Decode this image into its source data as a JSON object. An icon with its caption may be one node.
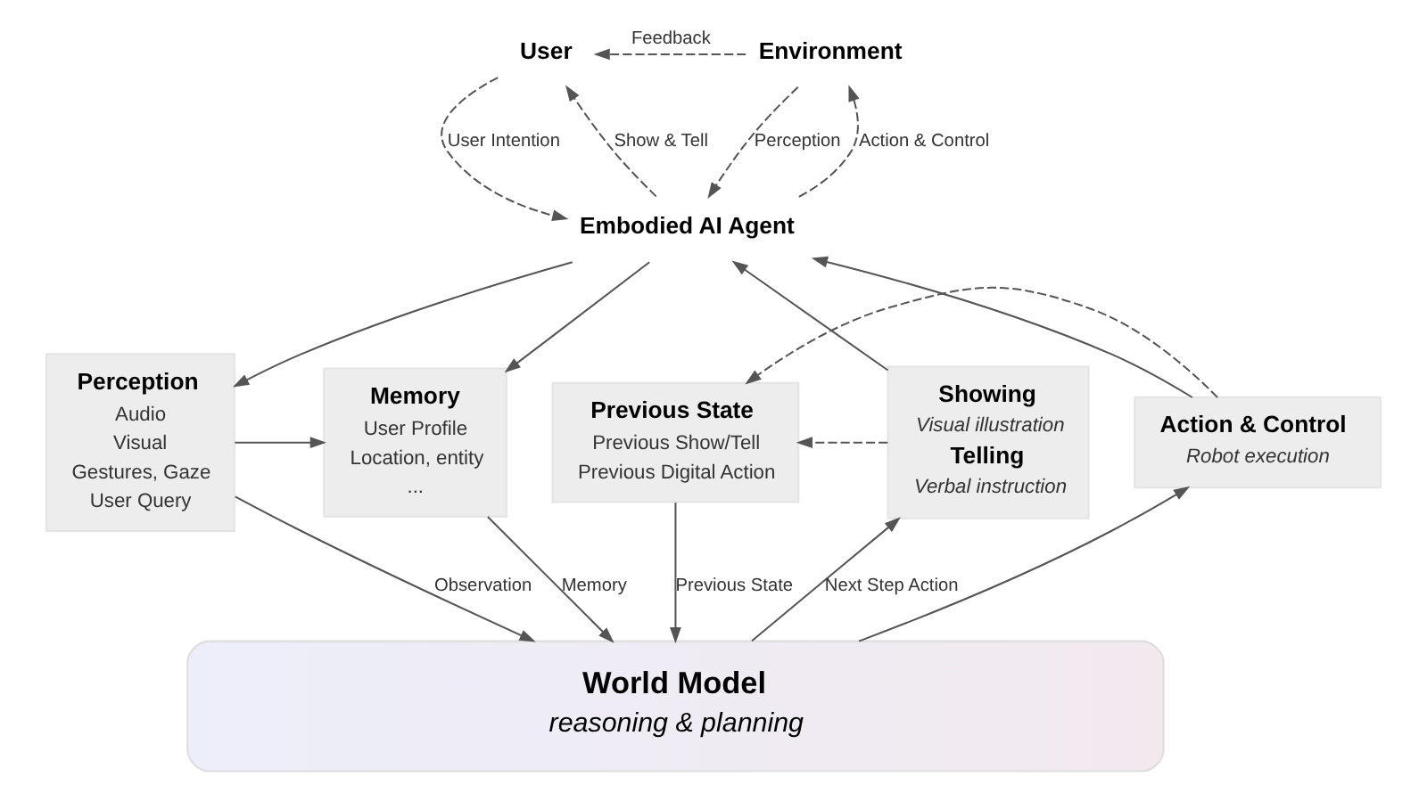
{
  "diagram": {
    "nodes": [
      {
        "text": [
          "User"
        ]
      },
      {
        "text": [
          "Environment"
        ]
      },
      {
        "text": [
          "Embodied AI Agent"
        ]
      },
      {
        "text": [
          "Perception",
          "Audio",
          "Visual",
          "Gestures, Gaze",
          "User Query"
        ]
      },
      {
        "text": [
          "Memory",
          "User Profile",
          "Location, entity",
          "..."
        ]
      },
      {
        "text": [
          "Previous State",
          "Previous Show/Tell",
          "Previous Digital Action"
        ]
      },
      {
        "text": [
          "Showing",
          "Visual illustration",
          "Telling",
          "Verbal instruction"
        ]
      },
      {
        "text": [
          "Action & Control",
          "Robot execution"
        ]
      },
      {
        "text": [
          "World Model",
          "reasoning & planning"
        ]
      }
    ],
    "edges": [
      {
        "from": 1,
        "to": 0,
        "arrow": "to",
        "label": "Feedback",
        "style": "dashed"
      },
      {
        "from": 0,
        "to": 2,
        "arrow": "to",
        "label": "User Intention",
        "style": "dashed"
      },
      {
        "from": 2,
        "to": 0,
        "arrow": "to",
        "label": "Show & Tell",
        "style": "dashed"
      },
      {
        "from": 2,
        "to": 1,
        "arrow": "to",
        "label": "Action & Control",
        "style": "dashed"
      },
      {
        "from": 1,
        "to": 2,
        "arrow": "to",
        "label": "Perception",
        "style": "dashed"
      },
      {
        "from": 2,
        "to": 3,
        "arrow": "to"
      },
      {
        "from": 2,
        "to": 4,
        "arrow": "to"
      },
      {
        "from": 6,
        "to": 5,
        "arrow": "to",
        "style": "dashed"
      },
      {
        "from": 7,
        "to": 5,
        "arrow": "to",
        "style": "dashed"
      },
      {
        "from": 6,
        "to": 2,
        "arrow": "to"
      },
      {
        "from": 7,
        "to": 2,
        "arrow": "to"
      },
      {
        "from": 3,
        "to": 4,
        "arrow": "to"
      },
      {
        "from": 3,
        "to": 8,
        "arrow": "to",
        "label": "Observation"
      },
      {
        "from": 4,
        "to": 8,
        "arrow": "to",
        "label": "Memory"
      },
      {
        "from": 5,
        "to": 8,
        "arrow": "to",
        "label": "Previous State"
      },
      {
        "from": 8,
        "to": 6,
        "arrow": "to",
        "label": "Next Step Action"
      },
      {
        "from": 8,
        "to": 7,
        "arrow": "to"
      }
    ]
  }
}
